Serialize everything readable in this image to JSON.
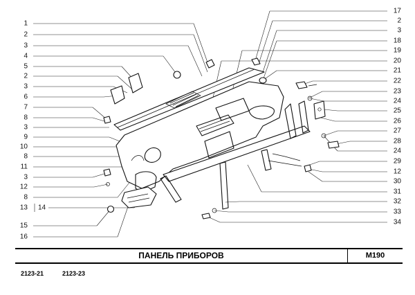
{
  "callouts_left": [
    "1",
    "2",
    "3",
    "4",
    "5",
    "2",
    "3",
    "6",
    "7",
    "8",
    "3",
    "9",
    "10",
    "8",
    "11",
    "3",
    "12",
    "8",
    "13",
    "14",
    "15",
    "16"
  ],
  "callouts_right": [
    "17",
    "2",
    "3",
    "18",
    "19",
    "20",
    "21",
    "22",
    "23",
    "24",
    "25",
    "26",
    "27",
    "28",
    "24",
    "29",
    "12",
    "30",
    "31",
    "32",
    "33",
    "34"
  ],
  "footer": {
    "title": "ПАНЕЛЬ ПРИБОРОВ",
    "code": "M190",
    "models": [
      "2123-21",
      "2123-23"
    ]
  },
  "colors": {
    "ink": "#111111",
    "paper": "#ffffff"
  }
}
